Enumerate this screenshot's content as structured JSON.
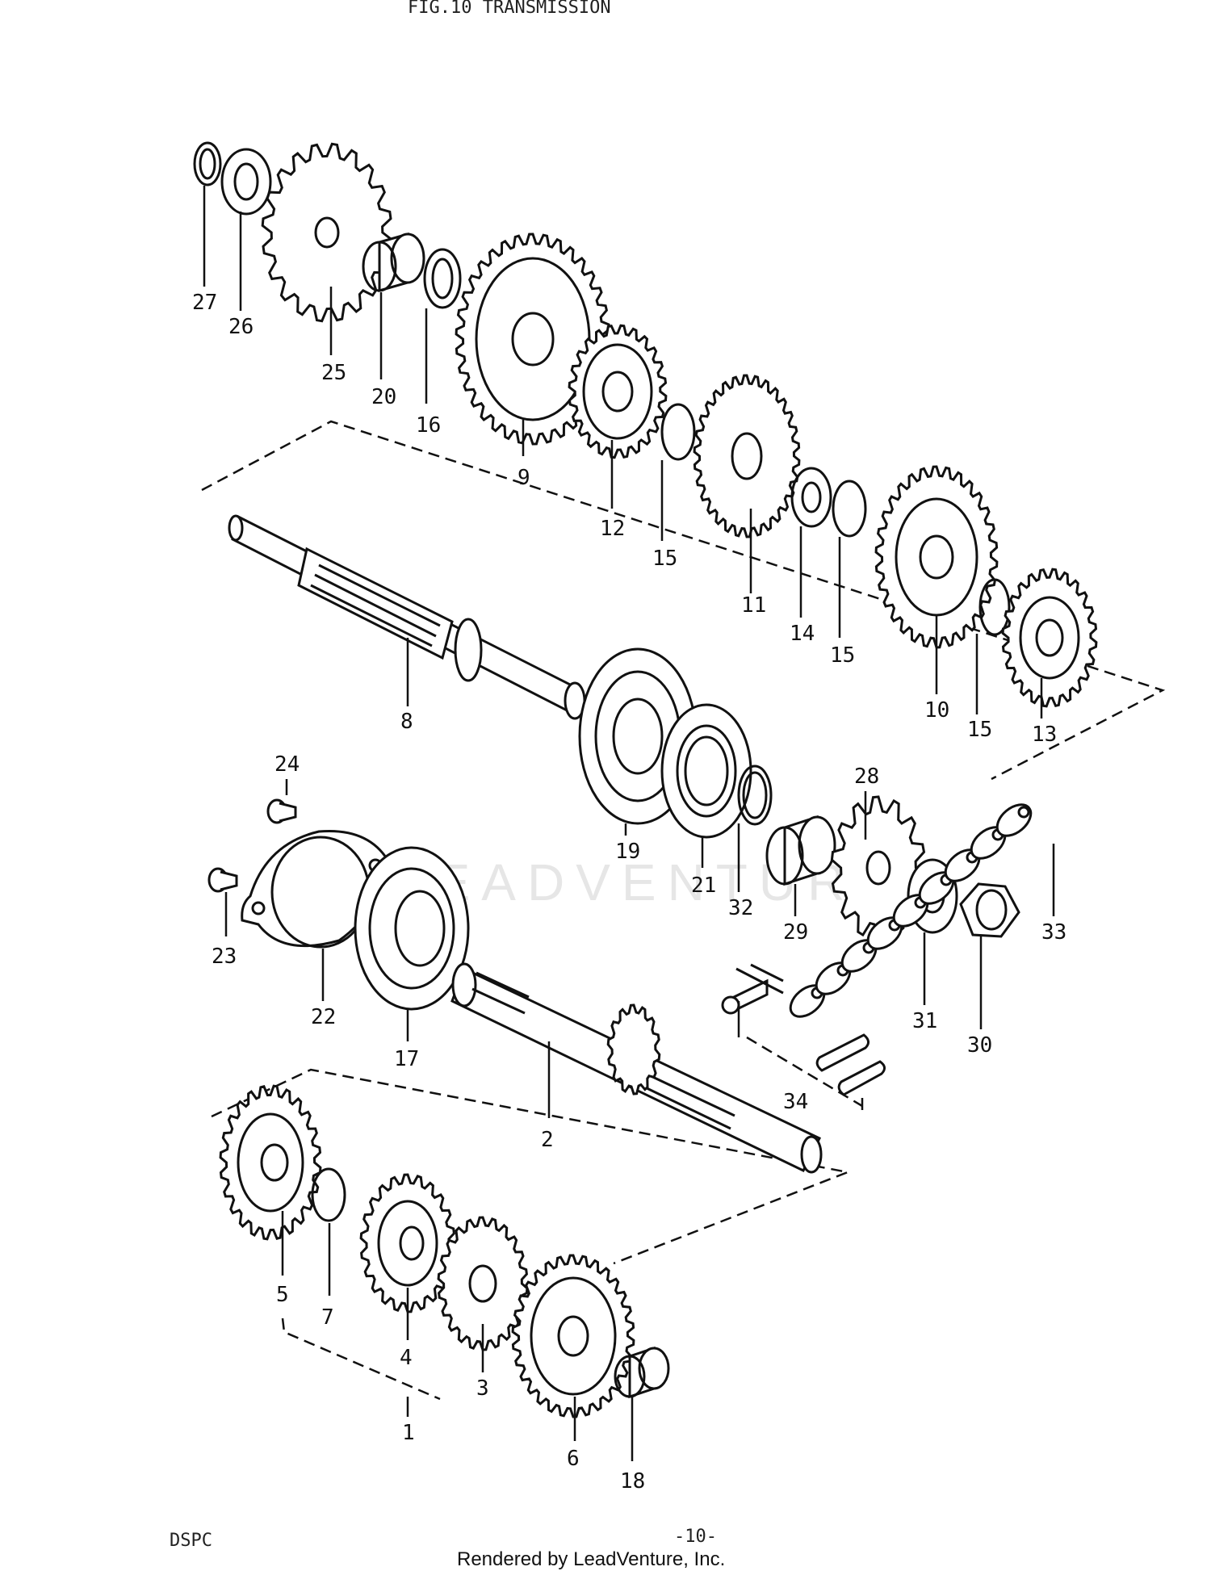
{
  "header": {
    "title": "FIG.10   TRANSMISSION"
  },
  "watermark": "LEADVENTURE",
  "footer": {
    "left_code": "DSPC",
    "page_number": "-10-",
    "rendered_by": "Rendered by LeadVenture, Inc."
  },
  "parts": [
    {
      "ref": "1",
      "icon": "transmission-assy-icon"
    },
    {
      "ref": "2",
      "icon": "countershaft-icon"
    },
    {
      "ref": "3",
      "icon": "gear-icon"
    },
    {
      "ref": "4",
      "icon": "gear-icon"
    },
    {
      "ref": "5",
      "icon": "gear-icon"
    },
    {
      "ref": "6",
      "icon": "gear-icon"
    },
    {
      "ref": "7",
      "icon": "circlip-icon"
    },
    {
      "ref": "8",
      "icon": "driveshaft-icon"
    },
    {
      "ref": "9",
      "icon": "gear-icon"
    },
    {
      "ref": "10",
      "icon": "gear-icon"
    },
    {
      "ref": "11",
      "icon": "gear-icon"
    },
    {
      "ref": "12",
      "icon": "gear-icon"
    },
    {
      "ref": "13",
      "icon": "gear-icon"
    },
    {
      "ref": "14",
      "icon": "lock-washer-icon"
    },
    {
      "ref": "15",
      "icon": "circlip-icon"
    },
    {
      "ref": "16",
      "icon": "washer-icon"
    },
    {
      "ref": "17",
      "icon": "bearing-icon"
    },
    {
      "ref": "18",
      "icon": "bushing-icon"
    },
    {
      "ref": "19",
      "icon": "bearing-icon"
    },
    {
      "ref": "20",
      "icon": "bushing-icon"
    },
    {
      "ref": "21",
      "icon": "oil-seal-icon"
    },
    {
      "ref": "22",
      "icon": "retainer-plate-icon"
    },
    {
      "ref": "23",
      "icon": "screw-icon"
    },
    {
      "ref": "24",
      "icon": "screw-icon"
    },
    {
      "ref": "25",
      "icon": "sprocket-icon"
    },
    {
      "ref": "26",
      "icon": "washer-icon"
    },
    {
      "ref": "27",
      "icon": "circlip-icon"
    },
    {
      "ref": "28",
      "icon": "sprocket-icon"
    },
    {
      "ref": "29",
      "icon": "spacer-icon"
    },
    {
      "ref": "30",
      "icon": "nut-icon"
    },
    {
      "ref": "31",
      "icon": "lock-washer-icon"
    },
    {
      "ref": "32",
      "icon": "o-ring-icon"
    },
    {
      "ref": "33",
      "icon": "chain-icon"
    },
    {
      "ref": "34",
      "icon": "joint-icon"
    }
  ]
}
